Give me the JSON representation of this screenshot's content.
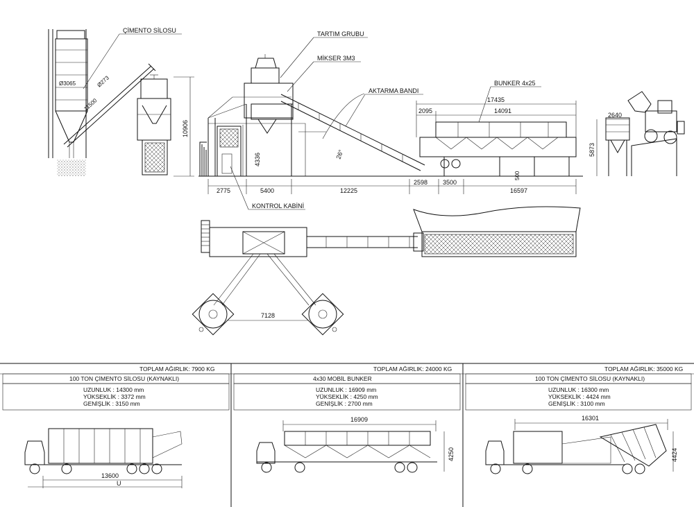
{
  "labels": {
    "cement_silo": "ÇİMENTO SİLOSU",
    "weighing_group": "TARTIM GRUBU",
    "mixer": "MİKSER 3M3",
    "transfer_belt": "AKTARMA BANDI",
    "bunker": "BUNKER 4x25",
    "control_cabin": "KONTROL KABİNİ"
  },
  "dimensions": {
    "silo_diameter": "Ø3065",
    "screw_diameter": "Ø273",
    "screw_length": "11500",
    "plant_height": "10906",
    "mixer_height": "4336",
    "belt_angle": "26°",
    "bunker_total": "17435",
    "bunker_offset": "2095",
    "bunker_length": "14091",
    "loader_width": "2640",
    "loader_height": "5873",
    "bunker_height_small": "500",
    "base_1": "2775",
    "base_2": "5400",
    "base_3": "12225",
    "base_4": "2598",
    "base_5": "3500",
    "base_6": "16597",
    "plan_span": "7128"
  },
  "panels": [
    {
      "total_weight": "TOPLAM AĞIRLIK: 7900  KG",
      "title": "100 TON ÇİMENTO SİLOSU (KAYNAKLI)",
      "specs": [
        "UZUNLUK   : 14300 mm",
        "YÜKSEKLİK : 3372 mm",
        "GENİŞLİK  : 3150 mm"
      ],
      "dim_length": "13600",
      "dim_extra": "U"
    },
    {
      "total_weight": "TOPLAM AĞIRLIK: 24000  KG",
      "title": "4x30 MOBİL BUNKER",
      "specs": [
        "UZUNLUK   : 16909 mm",
        "YÜKSEKLİK : 4250 mm",
        "GENİŞLİK  : 2700 mm"
      ],
      "dim_length": "16909",
      "dim_height": "4250"
    },
    {
      "total_weight": "TOPLAM AĞIRLIK: 35000  KG",
      "title": "100 TON ÇİMENTO SİLOSU (KAYNAKLI)",
      "specs": [
        "UZUNLUK   : 16300 mm",
        "YÜKSEKLİK : 4424 mm",
        "GENİŞLİK  : 3100 mm"
      ],
      "dim_length": "16301",
      "dim_height": "4424"
    }
  ]
}
